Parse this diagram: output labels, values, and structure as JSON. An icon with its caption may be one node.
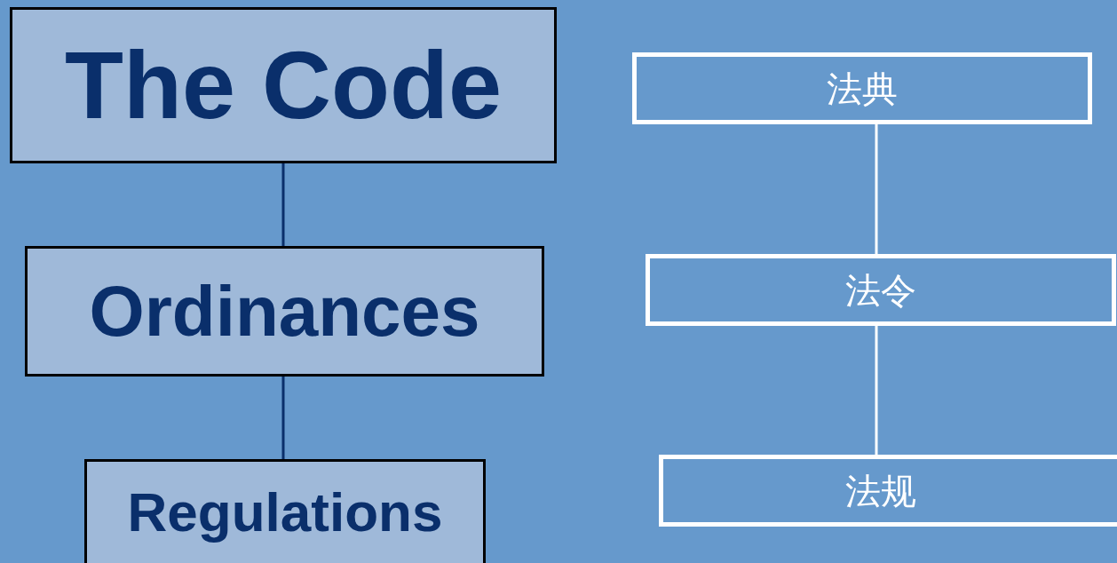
{
  "diagram": {
    "nodes": [
      {
        "text": [
          "The Code"
        ]
      },
      {
        "text": [
          "Ordinances"
        ]
      },
      {
        "text": [
          "Regulations"
        ]
      },
      {
        "text": [
          "法典"
        ]
      },
      {
        "text": [
          "法令"
        ]
      },
      {
        "text": [
          "法规"
        ]
      }
    ],
    "edges": [
      {
        "from": 0,
        "to": 1,
        "arrow": "none",
        "color": "#0a2f6b"
      },
      {
        "from": 1,
        "to": 2,
        "arrow": "none",
        "color": "#0a2f6b"
      },
      {
        "from": 3,
        "to": 4,
        "arrow": "none",
        "color": "#ffffff"
      },
      {
        "from": 4,
        "to": 5,
        "arrow": "none",
        "color": "#ffffff"
      }
    ]
  }
}
